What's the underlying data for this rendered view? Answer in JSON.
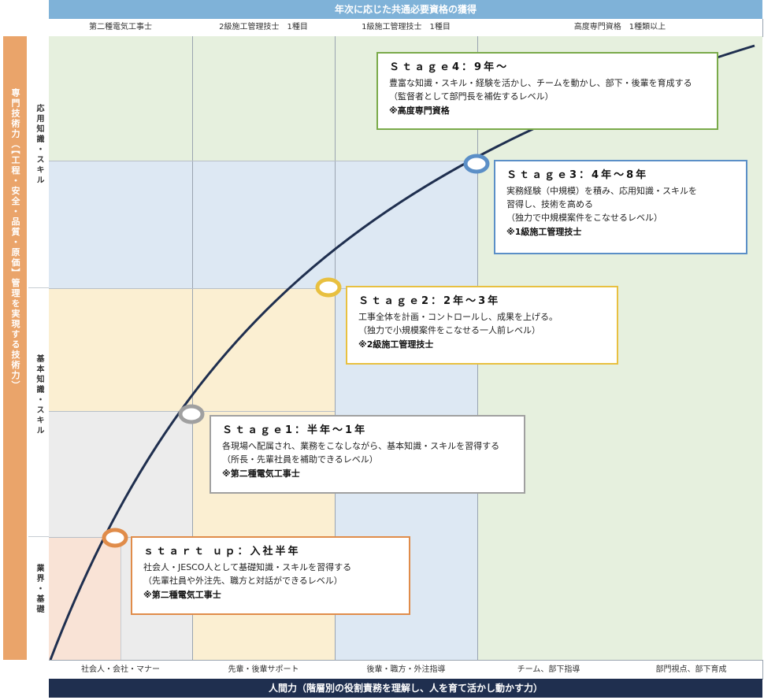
{
  "top_header": "年次に応じた共通必要資格の獲得",
  "column_headers": [
    "第二種電気工事士",
    "2級施工管理技士　1種目",
    "1級施工管理技士　1種目",
    "高度専門資格　1種類以上"
  ],
  "left_axis_label": "専門技術力（【工程・安全・品質・原価】管理を実現する技術力）",
  "row_labels": [
    "応用知識・スキル",
    "基本知識・スキル",
    "業界・基礎"
  ],
  "bottom_columns": [
    "社会人・会社・マナー",
    "先輩・後輩サポート",
    "後輩・職方・外注指導",
    "チーム、部下指導",
    "部門視点、部下育成"
  ],
  "bottom_axis_label": "人間力（階層別の役割責務を理解し、人を育て活かし動かす力）",
  "stages": [
    {
      "title": "ｓｔａｒｔ ｕｐ：入社半年",
      "desc": "社会人・JESCO人として基礎知識・スキルを習得する",
      "note": "（先輩社員や外注先、職方と対話ができるレベル）",
      "qual": "※第二種電気工事士",
      "color": "#e08c4a"
    },
    {
      "title": "Ｓｔａｇｅ1：半年～1年",
      "desc": "各現場へ配属され、業務をこなしながら、基本知識・スキルを習得する",
      "note": "（所長・先輩社員を補助できるレベル）",
      "qual": "※第二種電気工事士",
      "color": "#a0a0a0"
    },
    {
      "title": "Ｓｔａｇｅ2：2年～3年",
      "desc": "工事全体を計画・コントロールし、成果を上げる。",
      "note": "（独力で小規模案件をこなせる一人前レベル）",
      "qual": "※2級施工管理技士",
      "color": "#e8c040"
    },
    {
      "title": "Ｓｔａｇｅ3：4年～8年",
      "desc": "実務経験（中規模）を積み、応用知識・スキルを",
      "desc2": "習得し、技術を高める",
      "note": "（独力で中規模案件をこなせるレベル）",
      "qual": "※1級施工管理技士",
      "color": "#5b8fc7"
    },
    {
      "title": "Ｓｔａｇｅ4：9年～",
      "desc": "豊富な知識・スキル・経験を活かし、チームを動かし、部下・後輩を育成する",
      "note": "（監督者として部門長を補佐するレベル）",
      "qual": "※高度専門資格",
      "color": "#7aaa4a"
    }
  ],
  "colors": {
    "header_blue": "#7fb2d8",
    "left_orange": "#eaa46a",
    "bottom_navy": "#1f2f4f",
    "curve": "#1f2f4f",
    "zone_green": "#e6f0de",
    "zone_blue": "#dde8f3",
    "zone_yellow": "#fbefd2",
    "zone_gray": "#ececec",
    "zone_peach": "#f9e3d6"
  }
}
